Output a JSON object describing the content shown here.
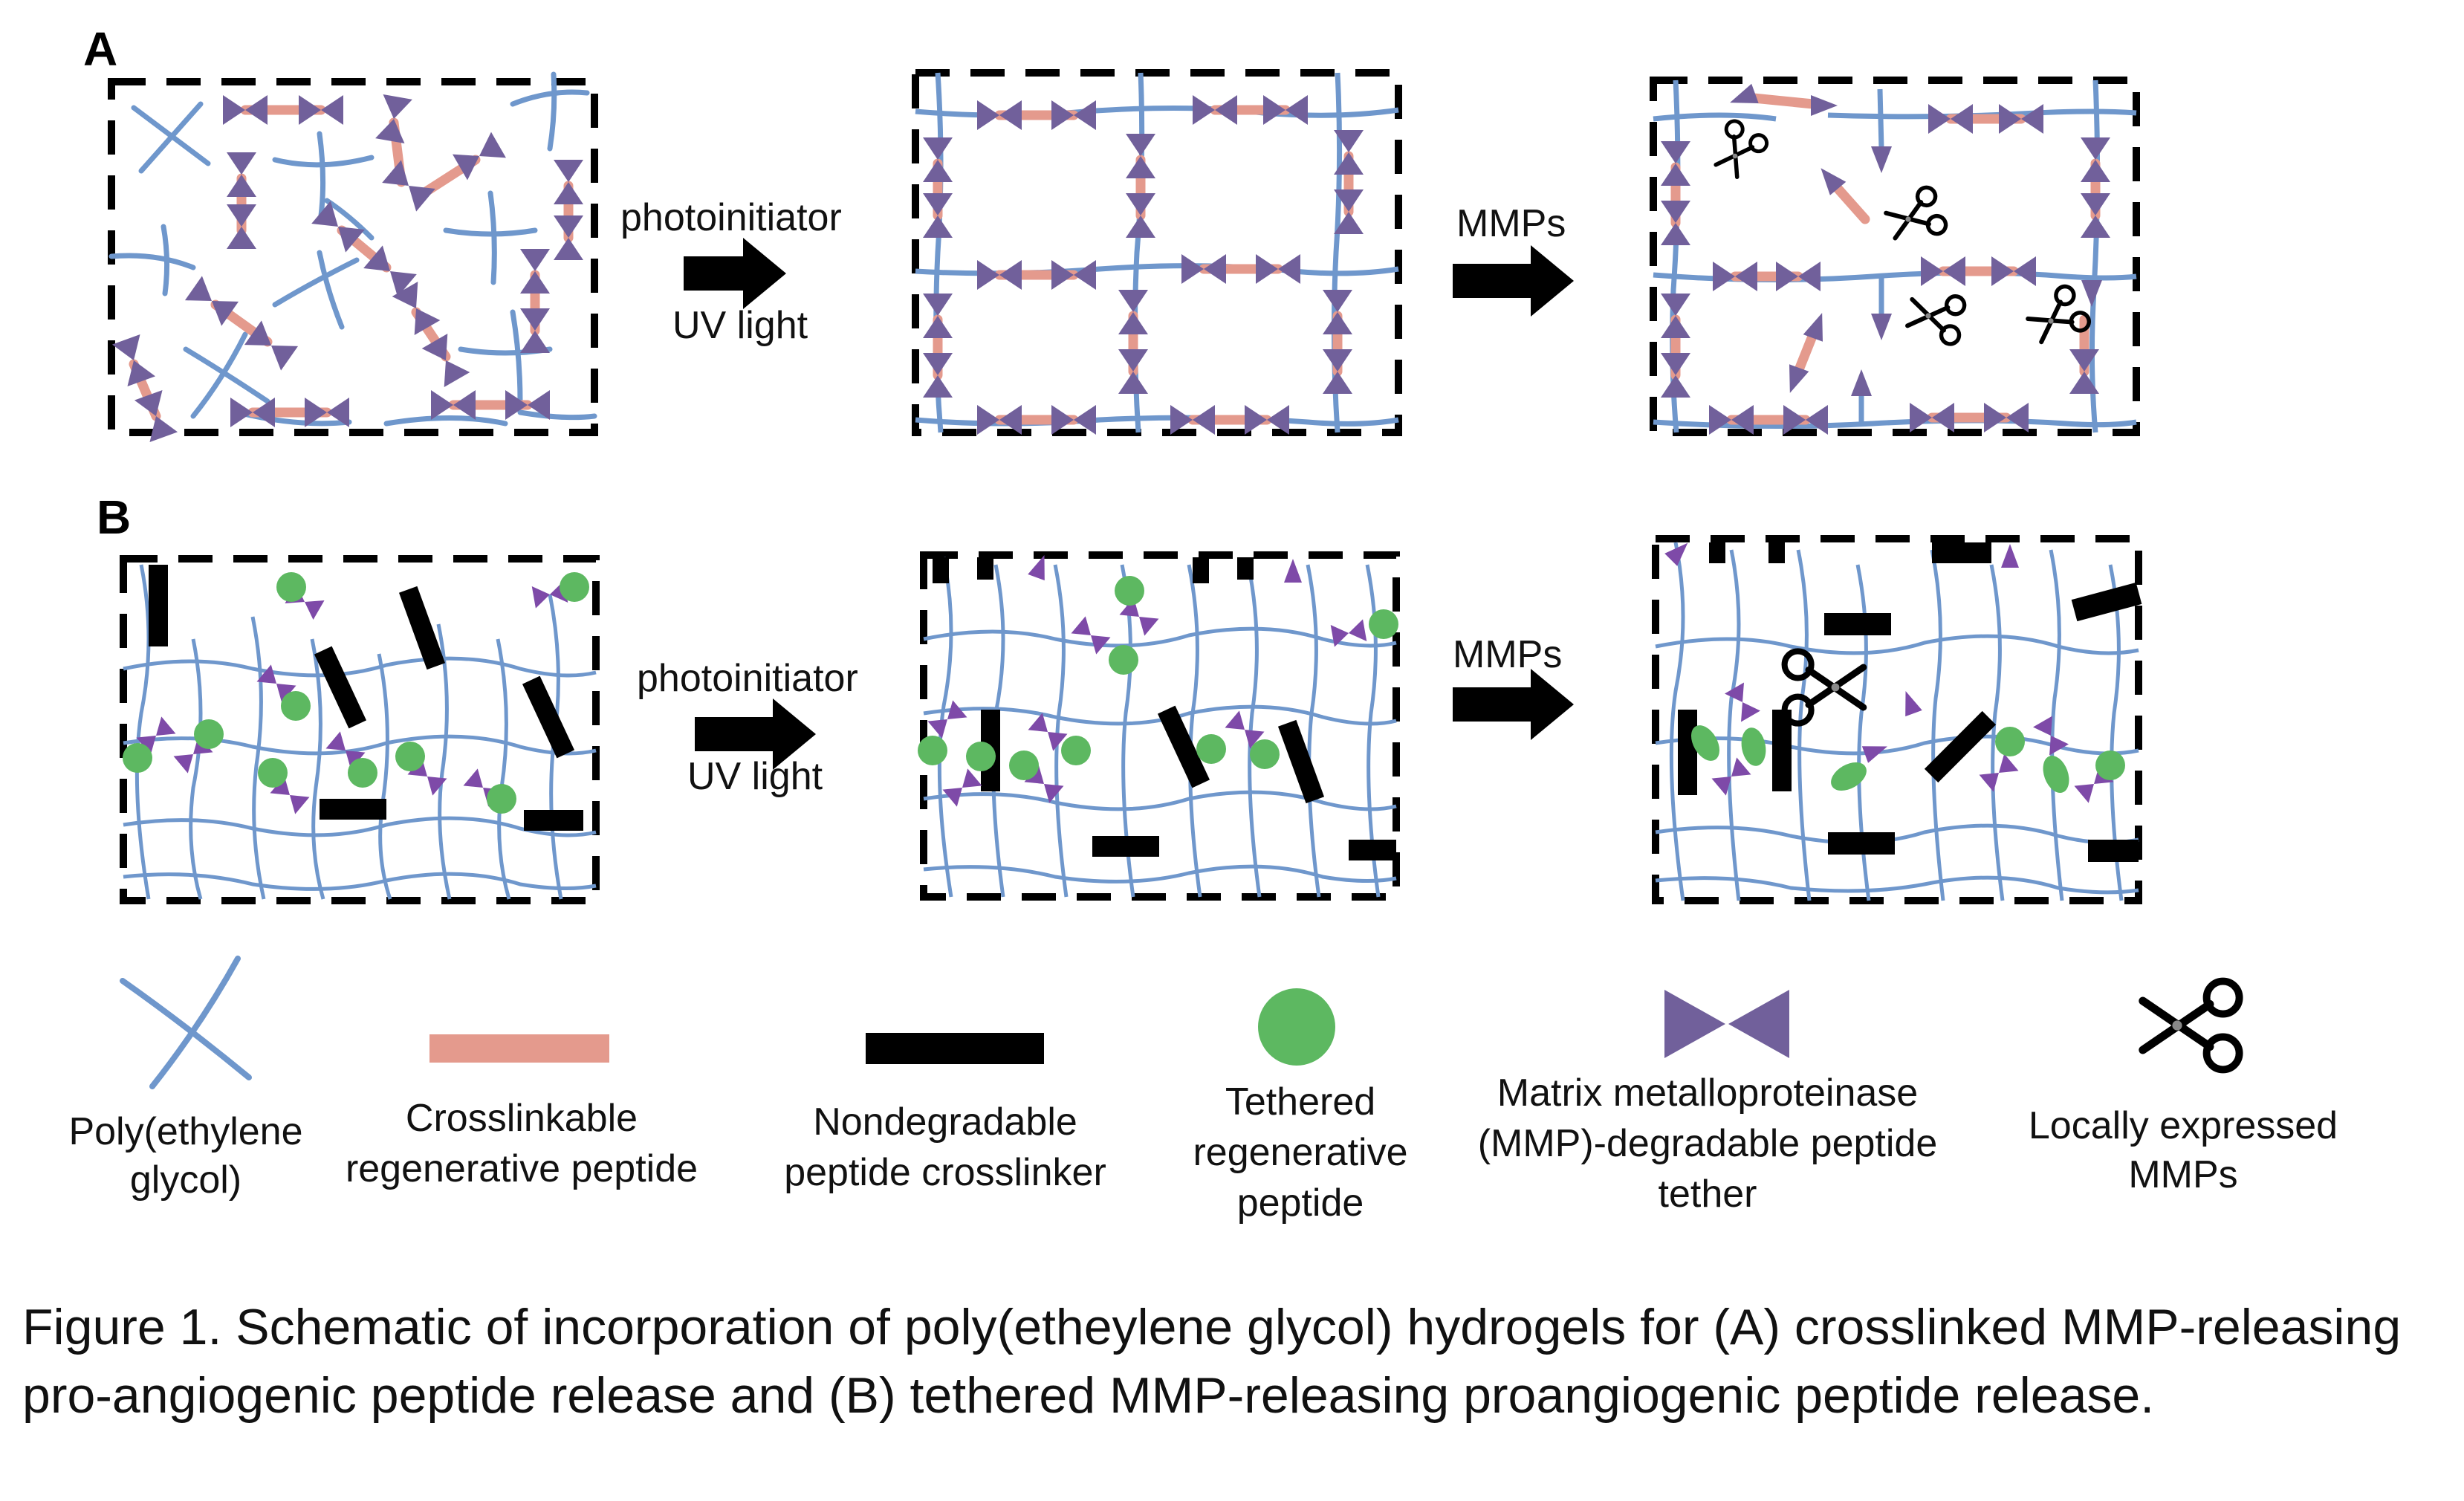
{
  "panels": {
    "a": "A",
    "b": "B"
  },
  "steps": {
    "photoinitiator": "photoinitiator",
    "uv_light": "UV light",
    "mmps": "MMPs"
  },
  "legend": [
    {
      "id": "peg",
      "lines": [
        "Poly(ethylene",
        "glycol)"
      ]
    },
    {
      "id": "crosslinkable",
      "lines": [
        "Crosslinkable",
        "regenerative peptide"
      ]
    },
    {
      "id": "nondegradable",
      "lines": [
        "Nondegradable",
        "peptide crosslinker"
      ]
    },
    {
      "id": "tethered",
      "lines": [
        "Tethered",
        "regenerative",
        "peptide"
      ]
    },
    {
      "id": "mmp-tether",
      "lines": [
        "Matrix metalloproteinase",
        "(MMP)-degradable peptide",
        "tether"
      ]
    },
    {
      "id": "mmps",
      "lines": [
        "Locally expressed",
        "MMPs"
      ]
    }
  ],
  "caption": "Figure 1. Schematic of incorporation of poly(etheylene glycol) hydrogels for (A) crosslinked MMP-releasing pro-angiogenic peptide release and (B) tethered MMP-releasing proangiogenic peptide release.",
  "colors": {
    "polymer": "#6f97cc",
    "peptide": "#e49a8d",
    "tether": "#71609b",
    "tether_b": "#7e4aa8",
    "bead": "#5db861",
    "crosslinker": "#000000"
  }
}
